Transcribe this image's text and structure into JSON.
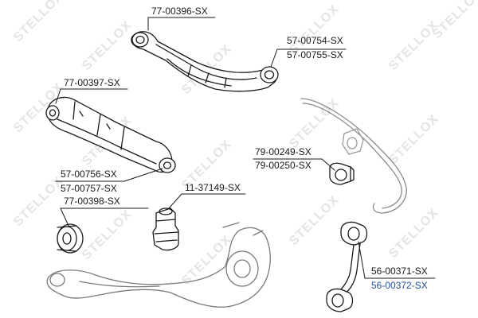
{
  "watermark": {
    "text": "STELLOX"
  },
  "parts": {
    "upper_arm": "77-00396-SX",
    "upper_arm_bushing_a": "57-00754-SX",
    "upper_arm_bushing_b": "57-00755-SX",
    "lower_arm": "77-00397-SX",
    "lower_arm_bushing_a": "57-00756-SX",
    "lower_arm_bushing_b": "57-00757-SX",
    "stabilizer_bushing_a": "79-00249-SX",
    "stabilizer_bushing_b": "79-00250-SX",
    "knuckle_bushing": "77-00398-SX",
    "bump_stop": "11-37149-SX",
    "stabilizer_link_a": "56-00371-SX",
    "stabilizer_link_b": "56-00372-SX"
  },
  "colors": {
    "line": "#1a1a1a",
    "highlight_label": "#1f4e9c",
    "watermark": "#e4e4e4"
  }
}
